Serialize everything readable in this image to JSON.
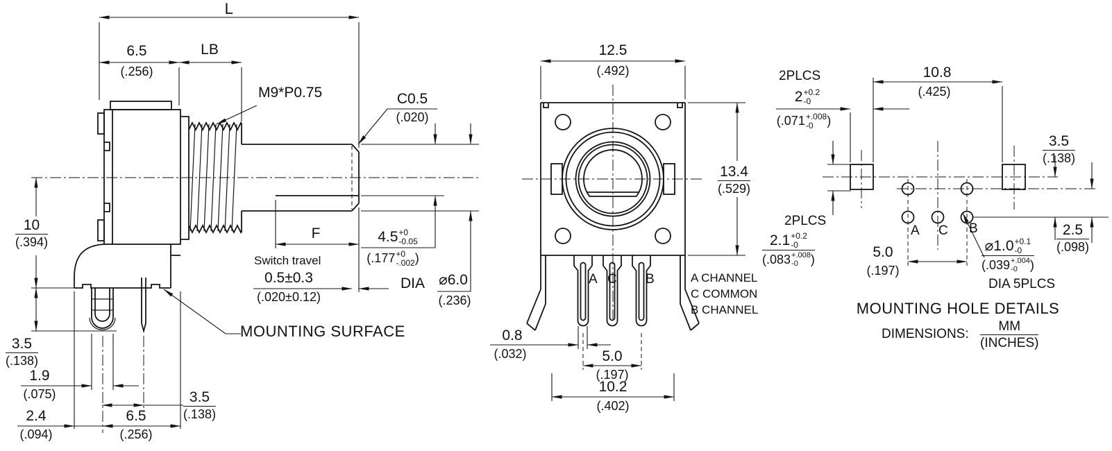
{
  "side_view": {
    "dim_overall_length": "L",
    "dim_body_depth": {
      "mm": "6.5",
      "in": "(.256)"
    },
    "dim_bushing_length": "LB",
    "thread_spec": "M9*P0.75",
    "dim_chamfer": {
      "mm": "C0.5",
      "in": "(.020)"
    },
    "dim_flat_length": "F",
    "dim_flat_height": {
      "mm": "4.5",
      "tol_plus": "+0",
      "tol_minus": "-0.05",
      "in_open": "(.177",
      "in_plus": "+0",
      "in_minus": "-.002",
      "in_close": ")"
    },
    "switch_travel_label": "Switch travel",
    "dim_switch_travel": {
      "mm": "0.5±0.3",
      "in": "(.020±0.12)"
    },
    "dia_label": "DIA",
    "dim_shaft_dia": {
      "mm": "⌀6.0",
      "in": "(.236)"
    },
    "dim_center_height": {
      "mm": "10",
      "in": "(.394)"
    },
    "dim_foot_depth": {
      "mm": "3.5",
      "in": "(.138)"
    },
    "dim_hook_width": {
      "mm": "1.9",
      "in": "(.075)"
    },
    "dim_hook_to_pin": {
      "mm": "3.5",
      "in": "(.138)"
    },
    "dim_edge_to_hook": {
      "mm": "2.4",
      "in": "(.094)"
    },
    "dim_hook_to_face": {
      "mm": "6.5",
      "in": "(.256)"
    },
    "mounting_surface_label": "MOUNTING SURFACE"
  },
  "front_view": {
    "dim_width": {
      "mm": "12.5",
      "in": "(.492)"
    },
    "dim_height": {
      "mm": "13.4",
      "in": "(.529)"
    },
    "pin_labels": {
      "a": "A",
      "c": "C",
      "b": "B"
    },
    "legend": [
      "A CHANNEL",
      "C COMMON",
      "B CHANNEL"
    ],
    "dim_pin_width": {
      "mm": "0.8",
      "in": "(.032)"
    },
    "dim_pin_span": {
      "mm": "5.0",
      "in": "(.197)"
    },
    "dim_bracket_span": {
      "mm": "10.2",
      "in": "(.402)"
    }
  },
  "mounting_view": {
    "plcs_top": "2PLCS",
    "dim_slot_width": {
      "mm": "2",
      "tol_plus": "+0.2",
      "tol_minus": "-0",
      "in_open": "(.071",
      "in_plus": "+.008",
      "in_minus": "-0",
      "in_close": ")"
    },
    "dim_slot_span": {
      "mm": "10.8",
      "in": "(.425)"
    },
    "dim_slot_to_pins": {
      "mm": "3.5",
      "in": "(.138)"
    },
    "dim_row_spacing": {
      "mm": "2.5",
      "in": "(.098)"
    },
    "plcs_bottom": "2PLCS",
    "dim_slot_height": {
      "mm": "2.1",
      "tol_plus": "+0.2",
      "tol_minus": "-0",
      "in_open": "(.083",
      "in_plus": "+.008",
      "in_minus": "-0",
      "in_close": ")"
    },
    "dim_pin_span": {
      "mm": "5.0",
      "in": "(.197)"
    },
    "dim_hole_dia": {
      "mm": "⌀1.0",
      "tol_plus": "+0.1",
      "tol_minus": "-0",
      "in_open": "(.039",
      "in_plus": "+.004",
      "in_minus": "-0",
      "in_close": ")"
    },
    "hole_note": "DIA 5PLCS",
    "pin_labels": {
      "a": "A",
      "c": "C",
      "b": "B"
    },
    "title": "MOUNTING HOLE DETAILS",
    "dimensions_label": "DIMENSIONS:",
    "units": {
      "mm": "MM",
      "in": "(INCHES)"
    }
  }
}
